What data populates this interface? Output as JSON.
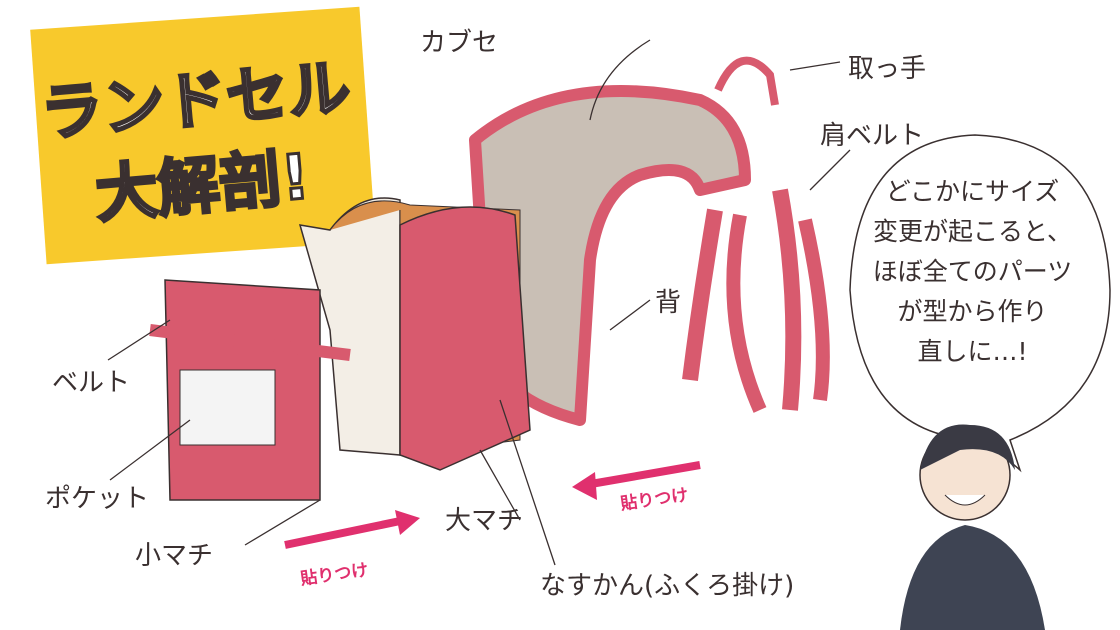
{
  "title": {
    "line1": "ランドセル",
    "line2": "大解剖!"
  },
  "labels": {
    "kabuse": "カブセ",
    "handle": "取っ手",
    "shoulder_belt": "肩ベルト",
    "back": "背",
    "belt": "ベルト",
    "pocket": "ポケット",
    "small_gusset": "小マチ",
    "large_gusset": "大マチ",
    "nasukan": "なすかん(ふくろ掛け)"
  },
  "paste_labels": [
    "貼りつけ",
    "貼りつけ"
  ],
  "speech_bubble": {
    "lines": [
      "どこかにサイズ",
      "変更が起こると、",
      "ほぼ全てのパーツ",
      "が型から作り",
      "直しに…!"
    ]
  },
  "colors": {
    "accent_pink": "#d85a6e",
    "paste_pink": "#e0306e",
    "title_yellow": "#f8c92c",
    "flap_beige": "#c9bfb5"
  }
}
